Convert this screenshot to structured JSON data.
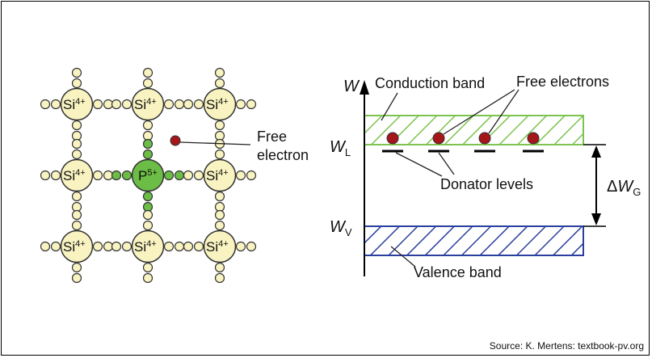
{
  "lattice": {
    "atom_label": "Si",
    "atom_charge": "4+",
    "dopant_label": "P",
    "dopant_charge": "5+",
    "free_electron_label_line1": "Free",
    "free_electron_label_line2": "electron"
  },
  "band_diagram": {
    "axis_label": "W",
    "wl_main": "W",
    "wl_sub": "L",
    "wv_main": "W",
    "wv_sub": "V",
    "gap_delta": "Δ",
    "gap_main": "W",
    "gap_sub": "G",
    "conduction_band_label": "Conduction band",
    "free_electrons_label": "Free electrons",
    "donator_levels_label": "Donator levels",
    "valence_band_label": "Valence band"
  },
  "source": "Source: K. Mertens: textbook-pv.org",
  "colors": {
    "silicon_fill": "#f8f3c0",
    "phosphorus_fill": "#6cbd45",
    "free_electron": "#a4161a",
    "conduction_hatch": "#7cc34f",
    "valence_hatch": "#2b3f9e"
  }
}
